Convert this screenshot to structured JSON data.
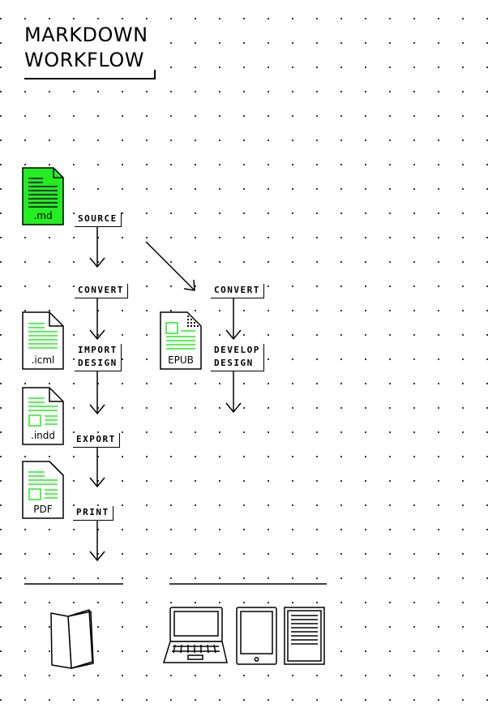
{
  "title": {
    "line1": "MARKDOWN",
    "line2": "WORKFLOW"
  },
  "files": {
    "md": ".md",
    "icml": ".icml",
    "indd": ".indd",
    "pdf": "PDF",
    "epub": "EPUB"
  },
  "steps": {
    "source": "SOURCE",
    "convert_print": "CONVERT",
    "convert_epub": "CONVERT",
    "import_line1": "IMPORT",
    "import_line2": "DESIGN",
    "develop_line1": "DEVELOP",
    "develop_line2": "DESIGN",
    "export": "EXPORT",
    "print": "PRINT"
  },
  "outputs": {
    "print": [
      "booklet"
    ],
    "digital": [
      "laptop",
      "tablet",
      "e-reader"
    ]
  },
  "colors": {
    "accent": "#22ee22",
    "ink": "#000000",
    "background": "#ffffff",
    "grid_dots": "#222222"
  },
  "icons": [
    "document-icon",
    "arrow-down-icon",
    "booklet-icon",
    "laptop-icon",
    "tablet-icon",
    "ereader-icon"
  ]
}
